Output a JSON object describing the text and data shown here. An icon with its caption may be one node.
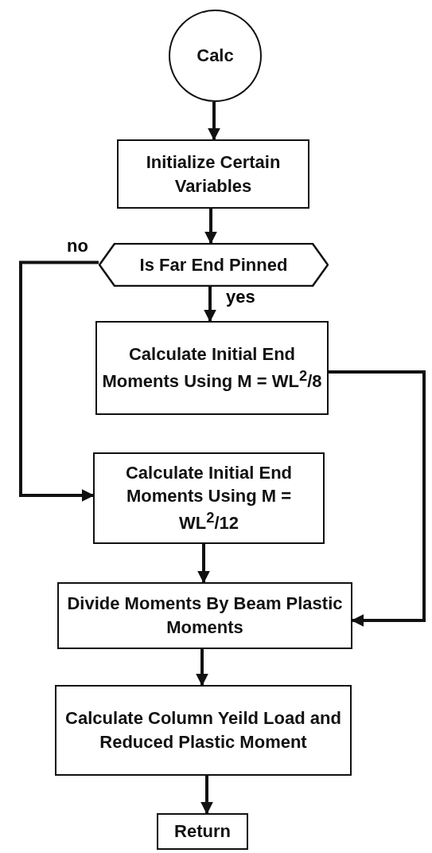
{
  "diagram": {
    "nodes": [
      {
        "text": [
          "Calc"
        ]
      },
      {
        "text": [
          "Initialize Certain Variables"
        ]
      },
      {
        "text": [
          "Is Far End Pinned"
        ]
      },
      {
        "text": [
          "Calculate Initial End Moments Using M = WL$^{2}$/8"
        ]
      },
      {
        "text": [
          "Calculate Initial End Moments Using M = WL$^{2}$/12"
        ]
      },
      {
        "text": [
          "Divide Moments By Beam Plastic Moments"
        ]
      },
      {
        "text": [
          "Calculate Column Yeild Load and Reduced Plastic Moment"
        ]
      },
      {
        "text": [
          "Return"
        ]
      }
    ],
    "edges": [
      {
        "from": 0,
        "to": 1,
        "arrow": "to"
      },
      {
        "from": 1,
        "to": 2,
        "arrow": "to"
      },
      {
        "from": 2,
        "to": 3,
        "arrow": "to",
        "label": "yes"
      },
      {
        "from": 2,
        "to": 4,
        "arrow": "to",
        "label": "no"
      },
      {
        "from": 3,
        "to": 5,
        "arrow": "to"
      },
      {
        "from": 4,
        "to": 5,
        "arrow": "to"
      },
      {
        "from": 5,
        "to": 6,
        "arrow": "to"
      },
      {
        "from": 6,
        "to": 7,
        "arrow": "to"
      }
    ]
  }
}
